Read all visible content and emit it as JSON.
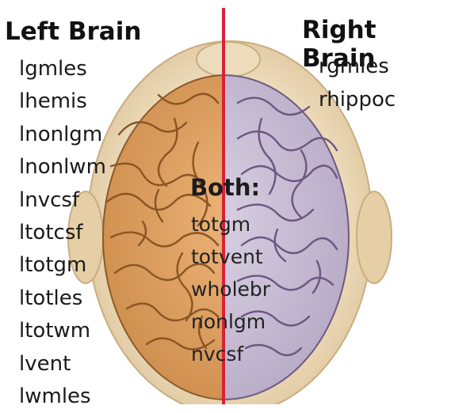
{
  "left_brain": {
    "title": "Left Brain",
    "items": [
      "lgmles",
      "lhemis",
      "lnonlgm",
      "lnonlwm",
      "lnvcsf",
      "ltotcsf",
      "ltotgm",
      "ltotles",
      "ltotwm",
      "lvent",
      "lwmles"
    ]
  },
  "right_brain": {
    "title": "Right Brain",
    "items": [
      "rgmles",
      "rhippoc"
    ]
  },
  "both": {
    "title": "Both:",
    "items": [
      "totgm",
      "totvent",
      "wholebr",
      "nonlgm",
      "nvcsf"
    ]
  },
  "colors": {
    "left_hemisphere": "#e0a062",
    "right_hemisphere": "#cbc1d8",
    "skin": "#ead6b3",
    "divider": "#d9213a"
  }
}
